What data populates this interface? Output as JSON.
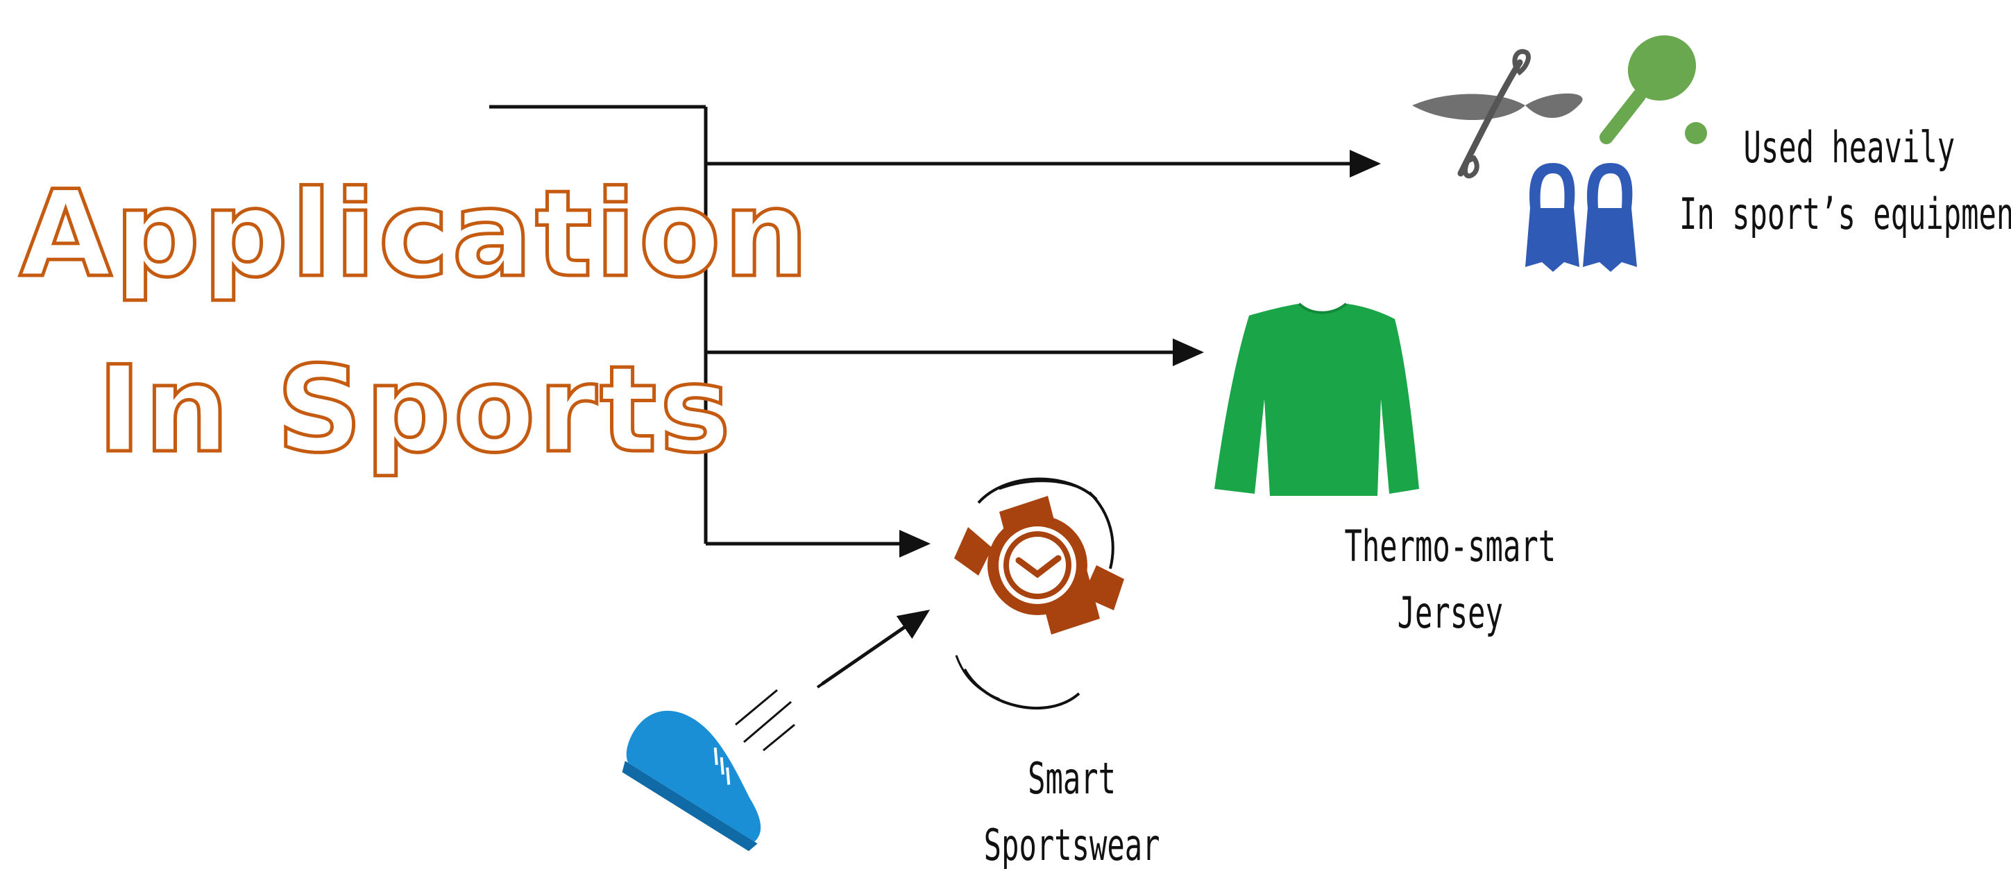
{
  "title": {
    "line1": "Application",
    "line2": "In Sports"
  },
  "items": [
    {
      "id": "equipment",
      "lines": [
        "Used heavily",
        "In sport’s equipment"
      ]
    },
    {
      "id": "jersey",
      "lines": [
        "Thermo-smart",
        "Jersey"
      ]
    },
    {
      "id": "smart",
      "lines": [
        "Smart",
        "Sportswear"
      ]
    }
  ],
  "colors": {
    "title_outline": "#c55a11",
    "connector": "#111111",
    "paddle": "#707070",
    "racket": "#6aa84f",
    "fins": "#2f5bb7",
    "jersey": "#1aa548",
    "watch": "#a84310",
    "shoe": "#1a8fd6"
  },
  "icons": [
    "kayak-paddle-icon",
    "ping-pong-racket-icon",
    "swim-fins-icon",
    "jersey-icon",
    "smartwatch-icon",
    "running-shoe-icon"
  ]
}
